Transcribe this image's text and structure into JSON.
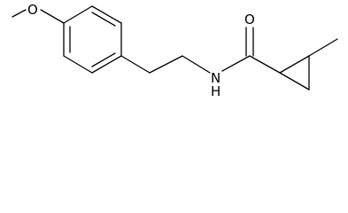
{
  "atoms": {
    "ether_oxygen": "O",
    "amide_nitrogen": "N",
    "amide_hydrogen": "H",
    "carbonyl_oxygen": "O"
  },
  "colors": {
    "bond": "#000000",
    "background": "#ffffff"
  }
}
